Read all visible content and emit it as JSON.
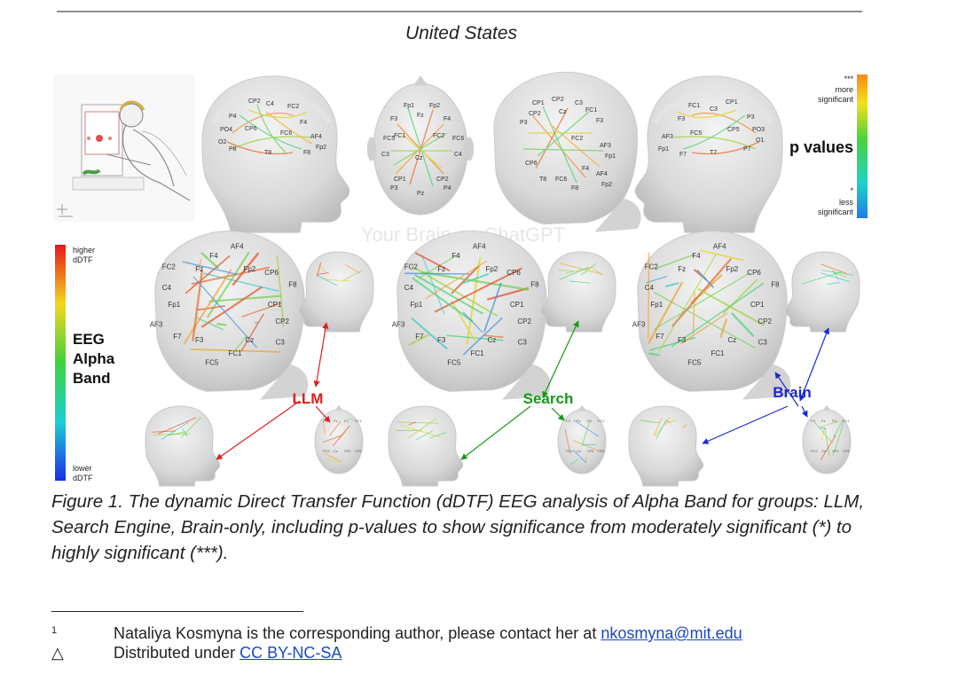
{
  "header": {
    "country": "United States"
  },
  "figure": {
    "watermark": "Your Brain on ChatGPT",
    "pvalue_legend": {
      "top_stars": "***",
      "top_label_1": "more",
      "top_label_2": "significant",
      "title": "p values",
      "bottom_star": "*",
      "bottom_label_1": "less",
      "bottom_label_2": "significant"
    },
    "ddtf_legend": {
      "top_label_1": "higher",
      "top_label_2": "dDTF",
      "band_1": "EEG",
      "band_2": "Alpha",
      "band_3": "Band",
      "bottom_label_1": "lower",
      "bottom_label_2": "dDTF"
    },
    "groups": [
      {
        "label": "LLM",
        "color": "#e0201c"
      },
      {
        "label": "Search",
        "color": "#169a16"
      },
      {
        "label": "Brain",
        "color": "#1c28d0"
      }
    ],
    "electrodes_side": [
      "CP2",
      "C4",
      "FC2",
      "P4",
      "CP6",
      "FC6",
      "F4",
      "PO4",
      "F8",
      "O2",
      "P8",
      "T8",
      "AF4",
      "Fp2"
    ],
    "electrodes_top": [
      "F3",
      "Fz",
      "F4",
      "FC1",
      "FC2",
      "Cz",
      "CP1",
      "CP2",
      "P3",
      "Pz",
      "P4",
      "C3",
      "C4",
      "FC5",
      "FC6"
    ],
    "electrodes_oblique": [
      "CP1",
      "CP2",
      "C3",
      "Cz",
      "FC1",
      "FC5",
      "F3",
      "F7",
      "AF3",
      "Fp1",
      "C4",
      "FC2",
      "Fz",
      "F4",
      "AF4",
      "Fp2",
      "CP6",
      "F8"
    ]
  },
  "caption": "Figure 1. The dynamic Direct Transfer Function (dDTF) EEG analysis of Alpha Band for groups: LLM, Search Engine, Brain-only, including p-values to show significance from moderately significant (*) to highly significant (***).",
  "footnotes": [
    {
      "mark": "1",
      "text": "Nataliya Kosmyna is the corresponding author, please contact her at ",
      "link": "nkosmyna@mit.edu"
    },
    {
      "mark": "△",
      "text": "Distributed under ",
      "link": "CC BY-NC-SA"
    }
  ]
}
